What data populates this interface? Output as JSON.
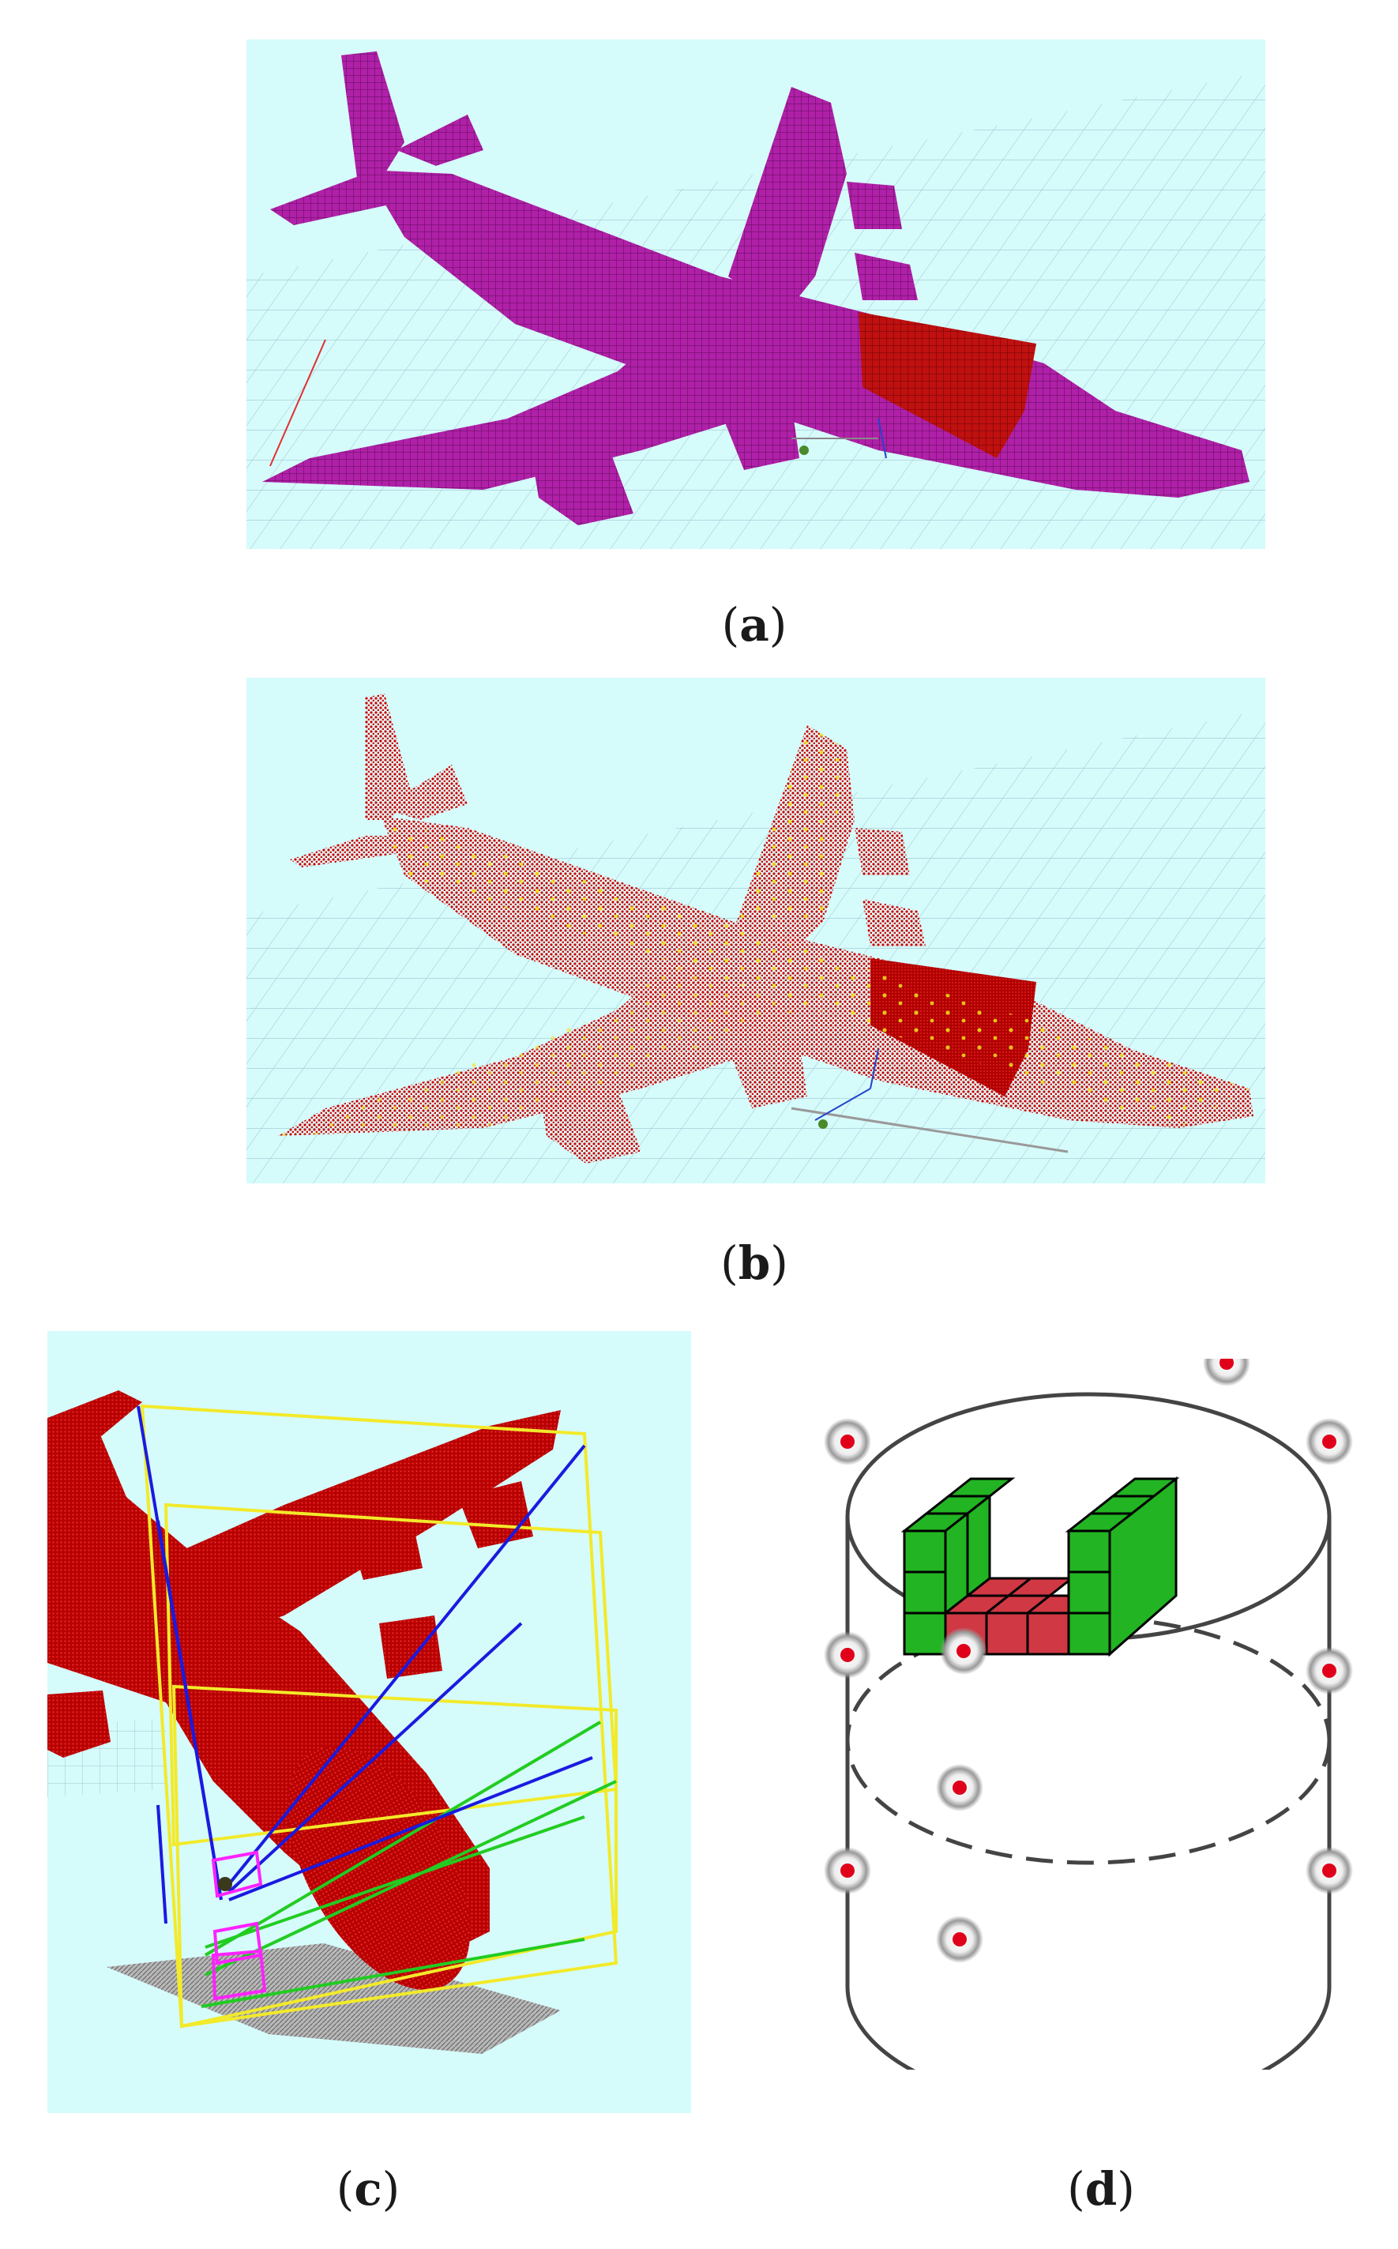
{
  "captions": {
    "a": "a",
    "b": "b",
    "c": "c",
    "d": "d"
  },
  "colors": {
    "background_cyan": "#d6fbfb",
    "grid_line": "#a6cfd6",
    "voxel_magenta": "#b020a8",
    "voxel_red": "#c01010",
    "point_red": "#c80000",
    "point_yellow": "#f2e21a",
    "frustum_yellow": "#f2ea2a",
    "frustum_blue": "#1a1ae0",
    "frustum_green": "#22cc22",
    "camera_magenta": "#ff22ff",
    "cube_green": "#22b422",
    "cube_red": "#d03844",
    "cylinder_line": "#444444",
    "marker_red": "#e0001a"
  }
}
